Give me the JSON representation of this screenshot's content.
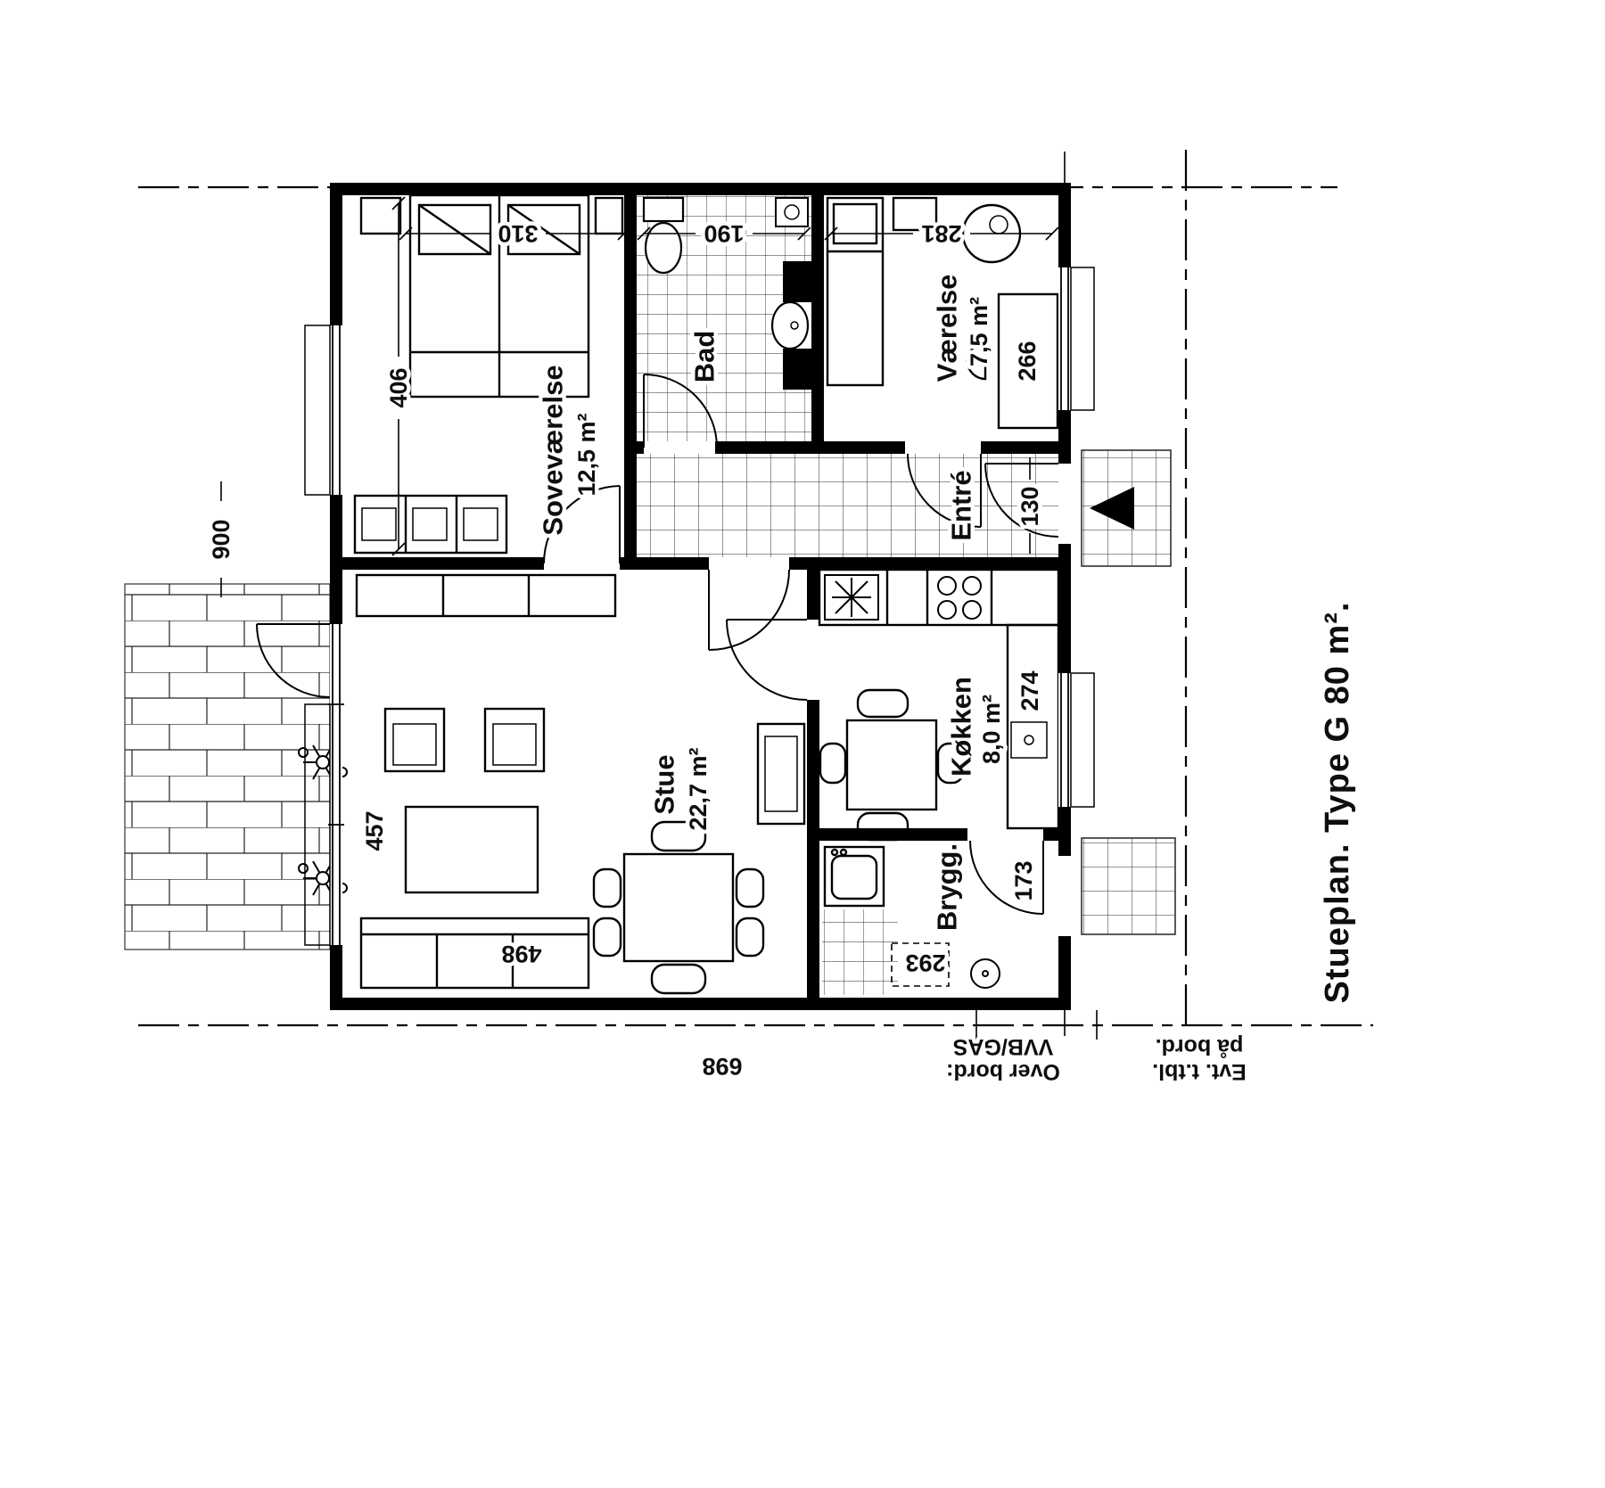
{
  "title": "Stueplan. Type G 80 m².",
  "rooms": {
    "sovevaerelse": {
      "name": "Soveværelse",
      "area": "12,5 m²"
    },
    "bad": {
      "name": "Bad"
    },
    "vaerelse": {
      "name": "Værelse",
      "area": "7,5 m²"
    },
    "entre": {
      "name": "Entré"
    },
    "stue": {
      "name": "Stue",
      "area": "22,7 m²"
    },
    "koekken": {
      "name": "Køkken",
      "area": "8,0 m²"
    },
    "brygg": {
      "name": "Brygg."
    }
  },
  "dims": {
    "d310": "310",
    "d190": "190",
    "d281": "281",
    "d406": "406",
    "d266": "266",
    "d130": "130",
    "d900": "900",
    "d457": "457",
    "d498": "498",
    "d698": "698",
    "d274": "274",
    "d173": "173",
    "d293": "293"
  },
  "notes": {
    "over1": "Over bord:",
    "over2": "VVB/GAS",
    "evt1": "Evt. t.tbl.",
    "evt2": "på bord."
  },
  "colors": {
    "ink": "#0e0e0e",
    "paper": "#ffffff"
  }
}
